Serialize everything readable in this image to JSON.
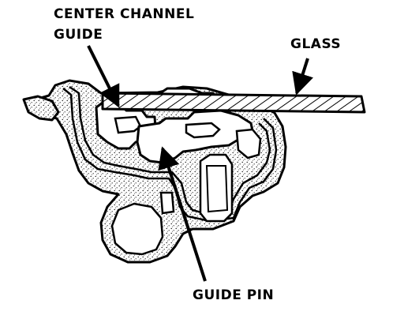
{
  "labels": {
    "center_channel_guide_line1": "CENTER CHANNEL",
    "center_channel_guide_line2": "GUIDE",
    "glass": "GLASS",
    "guide_pin": "GUIDE PIN"
  },
  "colors": {
    "ink": "#000000",
    "paper": "#ffffff"
  }
}
